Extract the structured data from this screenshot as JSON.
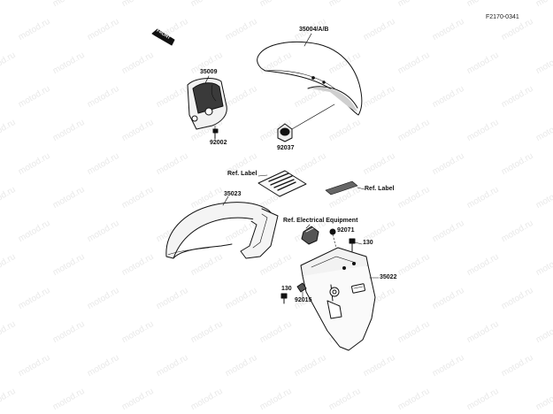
{
  "diagram_code": "F2170-0341",
  "watermark_text": "motod.ru",
  "front_sign": "FRONT",
  "labels": {
    "front_fender": "35004/A/B",
    "cover": "35009",
    "cover_bolt": "92002",
    "grommet": "92037",
    "ref_label_left": "Ref. Label",
    "ref_label_right": "Ref. Label",
    "rear_inner_fender": "35023",
    "ref_electrical": "Ref. Electrical Equipment",
    "nut": "92071",
    "bolt_upper": "130",
    "rear_fender": "35022",
    "bolt_lower": "130",
    "rear_bolt": "92015"
  },
  "colors": {
    "line": "#111111",
    "watermark": "#e9e9e9"
  }
}
